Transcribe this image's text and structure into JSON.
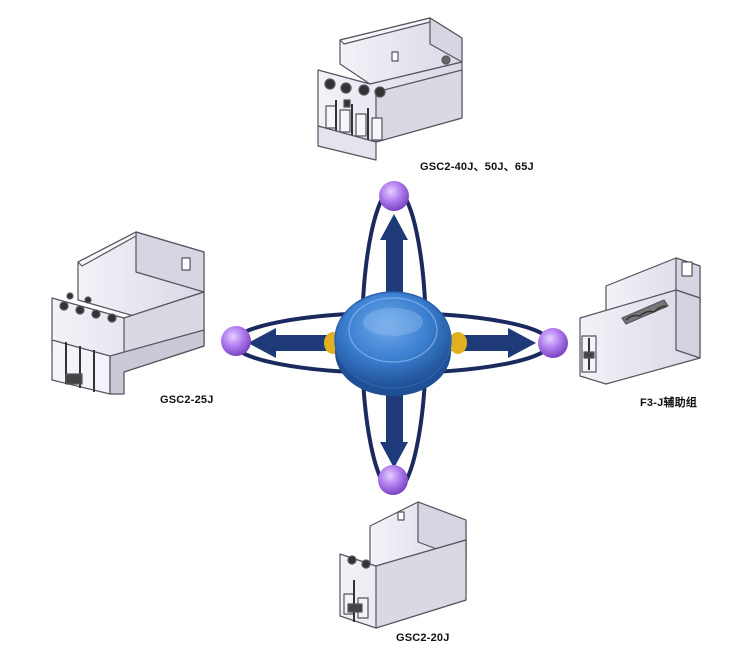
{
  "products": {
    "top": {
      "label": "GSC2-40J、50J、65J",
      "icon": "contactor-4pole-large-icon"
    },
    "left": {
      "label": "GSC2-25J",
      "icon": "contactor-4pole-medium-icon"
    },
    "right": {
      "label": "F3-J辅助组",
      "icon": "auxiliary-contact-block-icon"
    },
    "bottom": {
      "label": "GSC2-20J",
      "icon": "contactor-2pole-small-icon"
    }
  },
  "colors": {
    "hub": "#3b7fd0",
    "hub_dark": "#1f4f94",
    "ring": "#1b2a5e",
    "arrow": "#1e3a78",
    "node": "#a56be0",
    "gold": "#e0b020",
    "device_body": "#e7e7ef",
    "device_edge": "#555560"
  }
}
